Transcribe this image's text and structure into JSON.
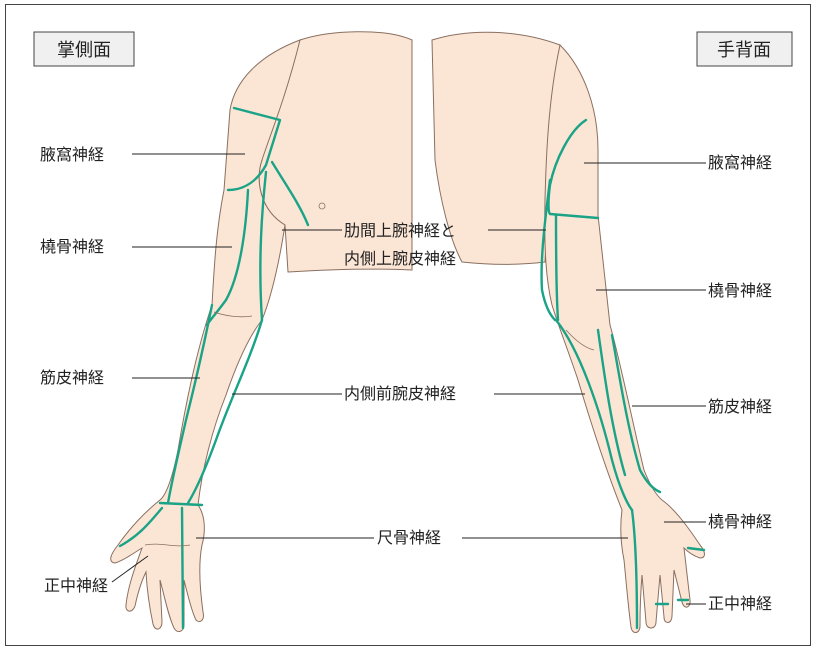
{
  "panels": {
    "left": "掌側面",
    "right": "手背面"
  },
  "labels": {
    "axillary_left": "腋窩神経",
    "radial_left": "橈骨神経",
    "musculocutaneous_left": "筋皮神経",
    "median_left": "正中神経",
    "intercostobrachial_line1": "肋間上腕神経と",
    "intercostobrachial_line2": "内側上腕皮神経",
    "medial_antebrachial": "内側前腕皮神経",
    "ulnar": "尺骨神経",
    "axillary_right": "腋窩神経",
    "radial_right_upper": "橈骨神経",
    "musculocutaneous_right": "筋皮神経",
    "radial_right_hand": "橈骨神経",
    "median_right": "正中神経"
  },
  "colors": {
    "nerve": "#1aa386",
    "skin": "#fbe6d6",
    "outline": "#8a6f60"
  }
}
